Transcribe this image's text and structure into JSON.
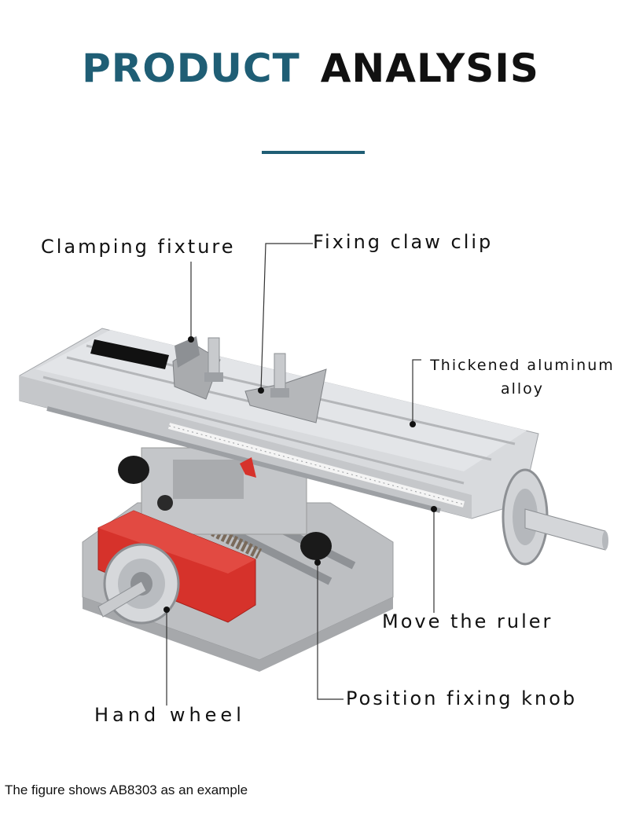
{
  "header": {
    "title_word1": "PRODUCT",
    "title_word2": "ANALYSIS"
  },
  "labels": {
    "clamping_fixture": "Clamping fixture",
    "fixing_claw_clip": "Fixing claw clip",
    "thickened_aluminum_line1": "Thickened aluminum",
    "thickened_aluminum_line2": "alloy",
    "move_the_ruler": "Move the ruler",
    "position_fixing_knob": "Position fixing knob",
    "hand_wheel": "Hand wheel"
  },
  "caption": "The figure shows AB8303 as an example",
  "colors": {
    "accent": "#1f5e75",
    "text": "#111111",
    "aluminum": "#c9ccd0",
    "red_part": "#d6322b",
    "knob": "#1a1a1a"
  }
}
